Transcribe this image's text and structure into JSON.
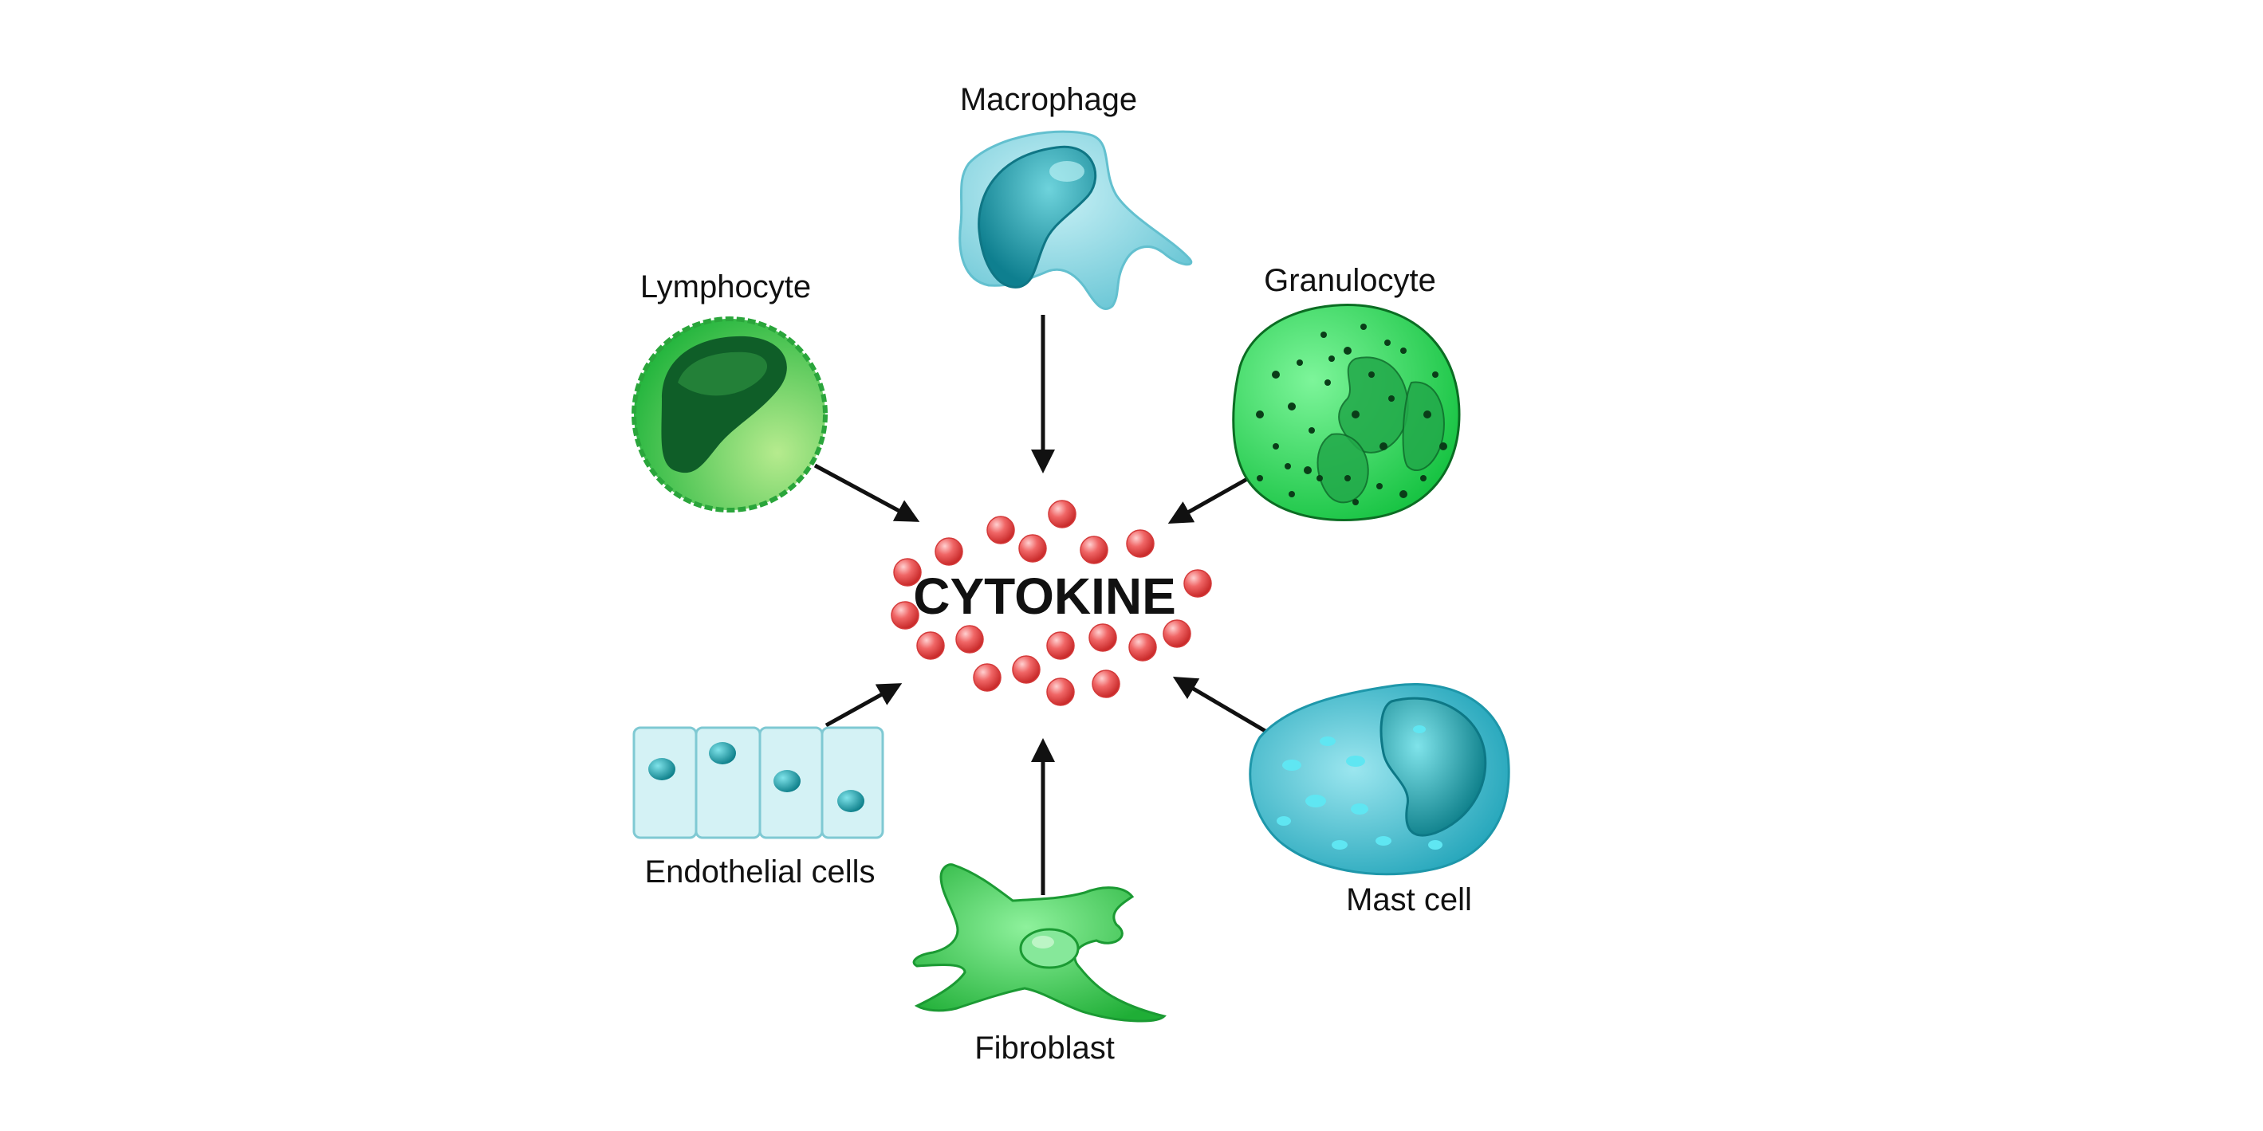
{
  "center": {
    "label": "CYTOKINE",
    "particle_color": "#e23a3a"
  },
  "cells": {
    "macrophage": {
      "label": "Macrophage",
      "color": "#7fd3df"
    },
    "lymphocyte": {
      "label": "Lymphocyte",
      "color": "#3fcf55"
    },
    "granulocyte": {
      "label": "Granulocyte",
      "color": "#2ee05a"
    },
    "endothelial": {
      "label": "Endothelial cells",
      "color": "#cbeef2"
    },
    "fibroblast": {
      "label": "Fibroblast",
      "color": "#35c94a"
    },
    "mast_cell": {
      "label": "Mast cell",
      "color": "#2eaec2"
    }
  }
}
